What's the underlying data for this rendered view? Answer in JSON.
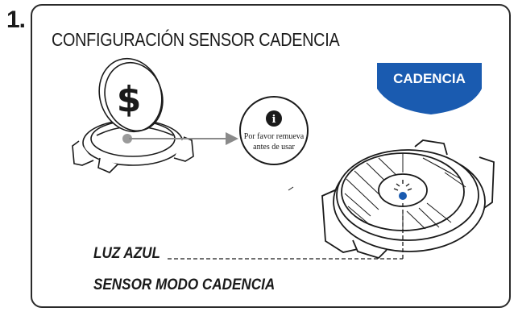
{
  "step": {
    "number": "1."
  },
  "header": {
    "title": "CONFIGURACIÓN SENSOR CADENCIA"
  },
  "badge": {
    "label": "CADENCIA",
    "color": "#1a5bb0"
  },
  "notice": {
    "line1": "Por favor remueva",
    "line2": "antes de usar",
    "icon": "info-icon"
  },
  "labels": {
    "led": "LUZ AZUL",
    "mode": "SENSOR MODO CADENCIA"
  },
  "colors": {
    "led_blue": "#1a5bb0",
    "line": "#1a1a1a",
    "arrow": "#8a8a8a"
  }
}
